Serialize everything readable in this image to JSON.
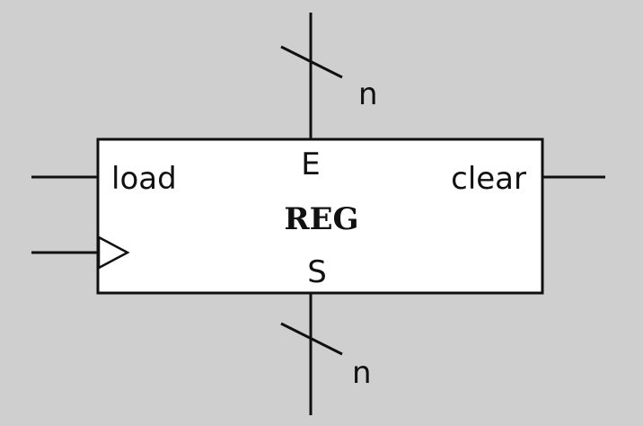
{
  "register": {
    "title": "REG",
    "input_bus_label": "E",
    "output_bus_label": "S",
    "load_label": "load",
    "clear_label": "clear"
  },
  "buses": {
    "input_width_label": "n",
    "output_width_label": "n"
  }
}
